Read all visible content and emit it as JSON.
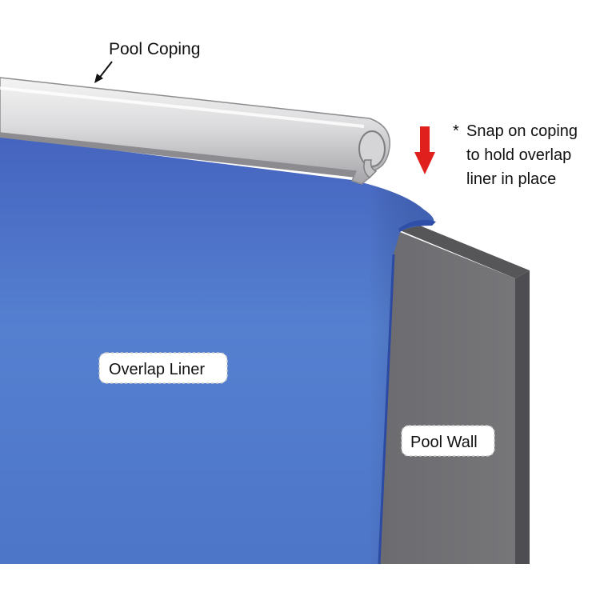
{
  "labels": {
    "pool_coping": "Pool Coping",
    "overlap_liner": "Overlap Liner",
    "pool_wall": "Pool Wall"
  },
  "note": {
    "asterisk": "*",
    "lines": [
      "Snap on coping",
      "to hold overlap",
      "liner in place"
    ]
  },
  "colors": {
    "background": "#ffffff",
    "liner_blue": "#4f79cc",
    "liner_dark_blue": "#3c5fb8",
    "wall_gray": "#6f6f73",
    "wall_top_gray": "#555559",
    "coping_light": "#e9e9ea",
    "coping_shadow": "#a9a9ad",
    "arrow_red": "#e0201c"
  },
  "icons": {
    "pointer": "pointer-arrow-icon",
    "down_arrow": "red-down-arrow-icon"
  }
}
